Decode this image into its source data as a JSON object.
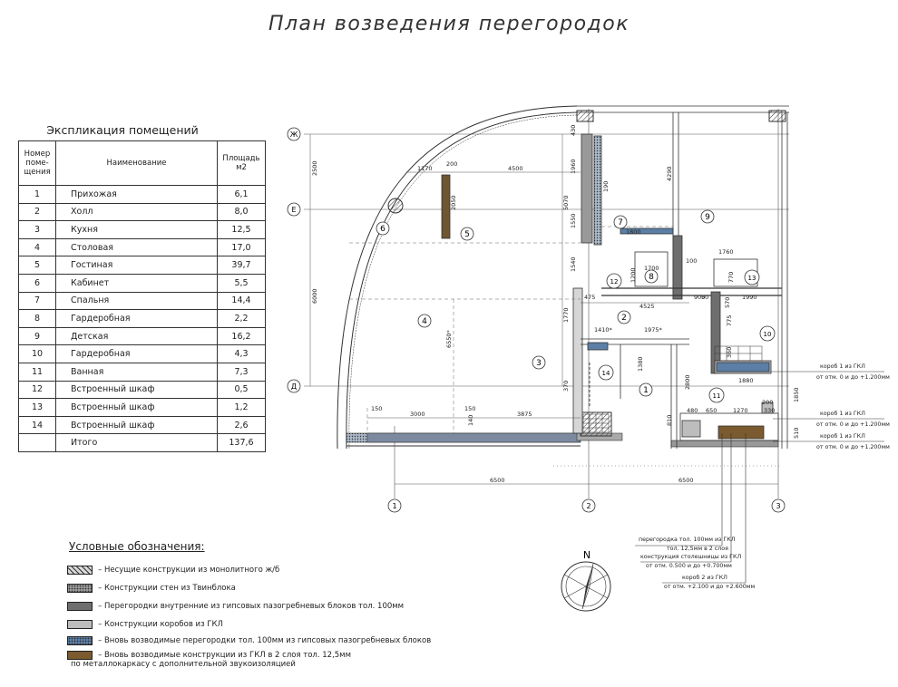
{
  "title": "План возведения перегородок",
  "explication": {
    "title": "Экспликация помещений",
    "headers": [
      "Номер поме- щения",
      "Наименование",
      "Площадь м2"
    ],
    "rows": [
      [
        "1",
        "Прихожая",
        "6,1"
      ],
      [
        "2",
        "Холл",
        "8,0"
      ],
      [
        "3",
        "Кухня",
        "12,5"
      ],
      [
        "4",
        "Столовая",
        "17,0"
      ],
      [
        "5",
        "Гостиная",
        "39,7"
      ],
      [
        "6",
        "Кабинет",
        "5,5"
      ],
      [
        "7",
        "Спальня",
        "14,4"
      ],
      [
        "8",
        "Гардеробная",
        "2,2"
      ],
      [
        "9",
        "Детская",
        "16,2"
      ],
      [
        "10",
        "Гардеробная",
        "4,3"
      ],
      [
        "11",
        "Ванная",
        "7,3"
      ],
      [
        "12",
        "Встроенный шкаф",
        "0,5"
      ],
      [
        "13",
        "Встроенный шкаф",
        "1,2"
      ],
      [
        "14",
        "Встроенный шкаф",
        "2,6"
      ],
      [
        "",
        "Итого",
        "137,6"
      ]
    ]
  },
  "legend": {
    "title": "Условные обозначения:",
    "items": [
      {
        "text": "– Несущие конструкции из монолитного ж/б",
        "color": "#d8d8d8",
        "pattern": "hatch"
      },
      {
        "text": "– Конструкции стен из Твинблока",
        "color": "#9a9a9a",
        "pattern": "dots"
      },
      {
        "text": "– Перегородки внутренние из гипсовых пазогребневых блоков тол. 100мм",
        "color": "#6e6e6e",
        "pattern": "solid"
      },
      {
        "text": "– Конструкции коробов из ГКЛ",
        "color": "#bdbdbd",
        "pattern": "solid"
      },
      {
        "text": "– Вновь возводимые перегородки тол. 100мм из гипсовых пазогребневых блоков",
        "color": "#5b7fa6",
        "pattern": "dots"
      },
      {
        "text": "– Вновь возводимые конструкции из ГКЛ в 2 слоя тол. 12,5мм",
        "color": "#7a5a2e",
        "pattern": "solid"
      },
      {
        "text": "по металлокаркасу с дополнительной звукоизоляцией",
        "color": "",
        "pattern": "none"
      }
    ]
  },
  "plan": {
    "axes_letters": [
      "Ж",
      "Е",
      "Д"
    ],
    "axes_numbers": [
      "1",
      "2",
      "3"
    ],
    "room_numbers": [
      "1",
      "2",
      "3",
      "4",
      "5",
      "6",
      "7",
      "8",
      "9",
      "10",
      "11",
      "12",
      "13",
      "14"
    ],
    "dims": {
      "d6500a": "6500",
      "d6500b": "6500",
      "d3000": "3000",
      "d3875": "3875",
      "d150a": "150",
      "d150b": "150",
      "d140": "140",
      "d1170": "1170",
      "d200a": "200",
      "d4500": "4500",
      "d2050": "2050",
      "d2500": "2500",
      "d6000": "6000",
      "d6550": "6550*",
      "d1410": "1410*",
      "d1975": "1975*",
      "d1770": "1770",
      "d370": "370",
      "d1380": "1380",
      "d5070": "5070",
      "d1550": "1550",
      "d1540": "1540",
      "d1960": "1960",
      "d430": "430",
      "d190": "190",
      "d4290": "4290",
      "d1800": "1800",
      "d1700": "1700",
      "d1760": "1760",
      "d4525": "4525",
      "d475": "475",
      "d900": "900",
      "d1990": "1990",
      "d1880": "1880",
      "d1270": "1270",
      "d650": "650",
      "d480": "480",
      "d2800": "2800",
      "d810": "810",
      "d1850": "1850",
      "d510": "510",
      "d330": "330",
      "d200b": "200",
      "d775": "775",
      "d360": "360",
      "d570": "570",
      "d50": "50",
      "d100": "100",
      "d770": "770",
      "d1200": "1200"
    },
    "callouts": [
      {
        "line1": "короб 1 из ГКЛ",
        "line2": "от отм. 0 и до +1.200мм"
      },
      {
        "line1": "короб 1 из ГКЛ",
        "line2": "от отм. 0 и до +1.200мм"
      },
      {
        "line1": "короб 1 из ГКЛ",
        "line2": "от отм. 0 и до +1.200мм"
      },
      {
        "line1": "перегородка тол. 100мм из ГКЛ",
        "line2": "тол. 12,5мм в 2 слоя"
      },
      {
        "line1": "конструкция столешницы из ГКЛ",
        "line2": "от отм. 0.500 и до +0.700мм"
      },
      {
        "line1": "короб 2 из ГКЛ",
        "line2": "от отм. +2.100 и до +2.600мм"
      }
    ],
    "compass": "N"
  }
}
